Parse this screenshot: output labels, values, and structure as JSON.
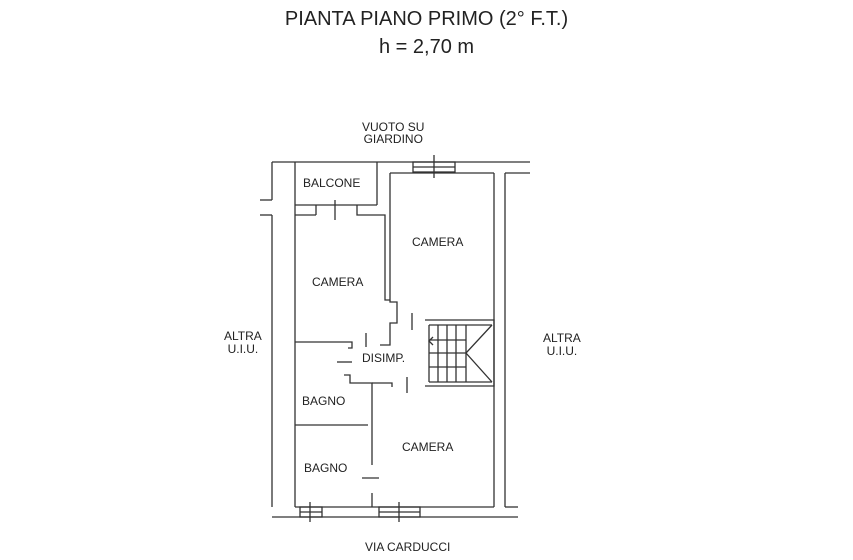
{
  "title": {
    "line1": "PIANTA PIANO PRIMO (2° F.T.)",
    "line2": "h = 2,70 m"
  },
  "labels": {
    "top": "VUOTO SU",
    "top2": "GIARDINO",
    "balcone": "BALCONE",
    "camera_top_right": "CAMERA",
    "camera_left": "CAMERA",
    "disimp": "DISIMP.",
    "bagno_1": "BAGNO",
    "bagno_2": "BAGNO",
    "camera_bottom": "CAMERA",
    "left_1": "ALTRA",
    "left_2": "U.I.U.",
    "right_1": "ALTRA",
    "right_2": "U.I.U.",
    "bottom": "VIA CARDUCCI"
  }
}
